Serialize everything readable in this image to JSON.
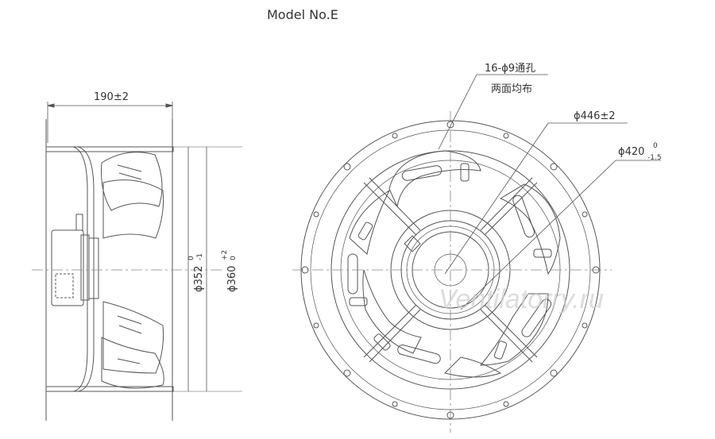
{
  "title": "Model No.E",
  "watermark": "Ventilatorry.ru",
  "side_view": {
    "width_dim": "190±2",
    "dia_352": "ϕ352",
    "dia_352_tol_upper": "0",
    "dia_352_tol_lower": "-1",
    "dia_360": "ϕ360",
    "dia_360_tol_upper": "+2",
    "dia_360_tol_lower": "0"
  },
  "front_view": {
    "holes_label": "16-ϕ9通孔",
    "holes_note": "两面均布",
    "outer_dia": "ϕ446±2",
    "inner_dia": "ϕ420",
    "inner_dia_tol_upper": "0",
    "inner_dia_tol_lower": "-1.5"
  },
  "colors": {
    "line": "#555555",
    "centerline": "#888888",
    "watermark": "#cfcfcf"
  }
}
